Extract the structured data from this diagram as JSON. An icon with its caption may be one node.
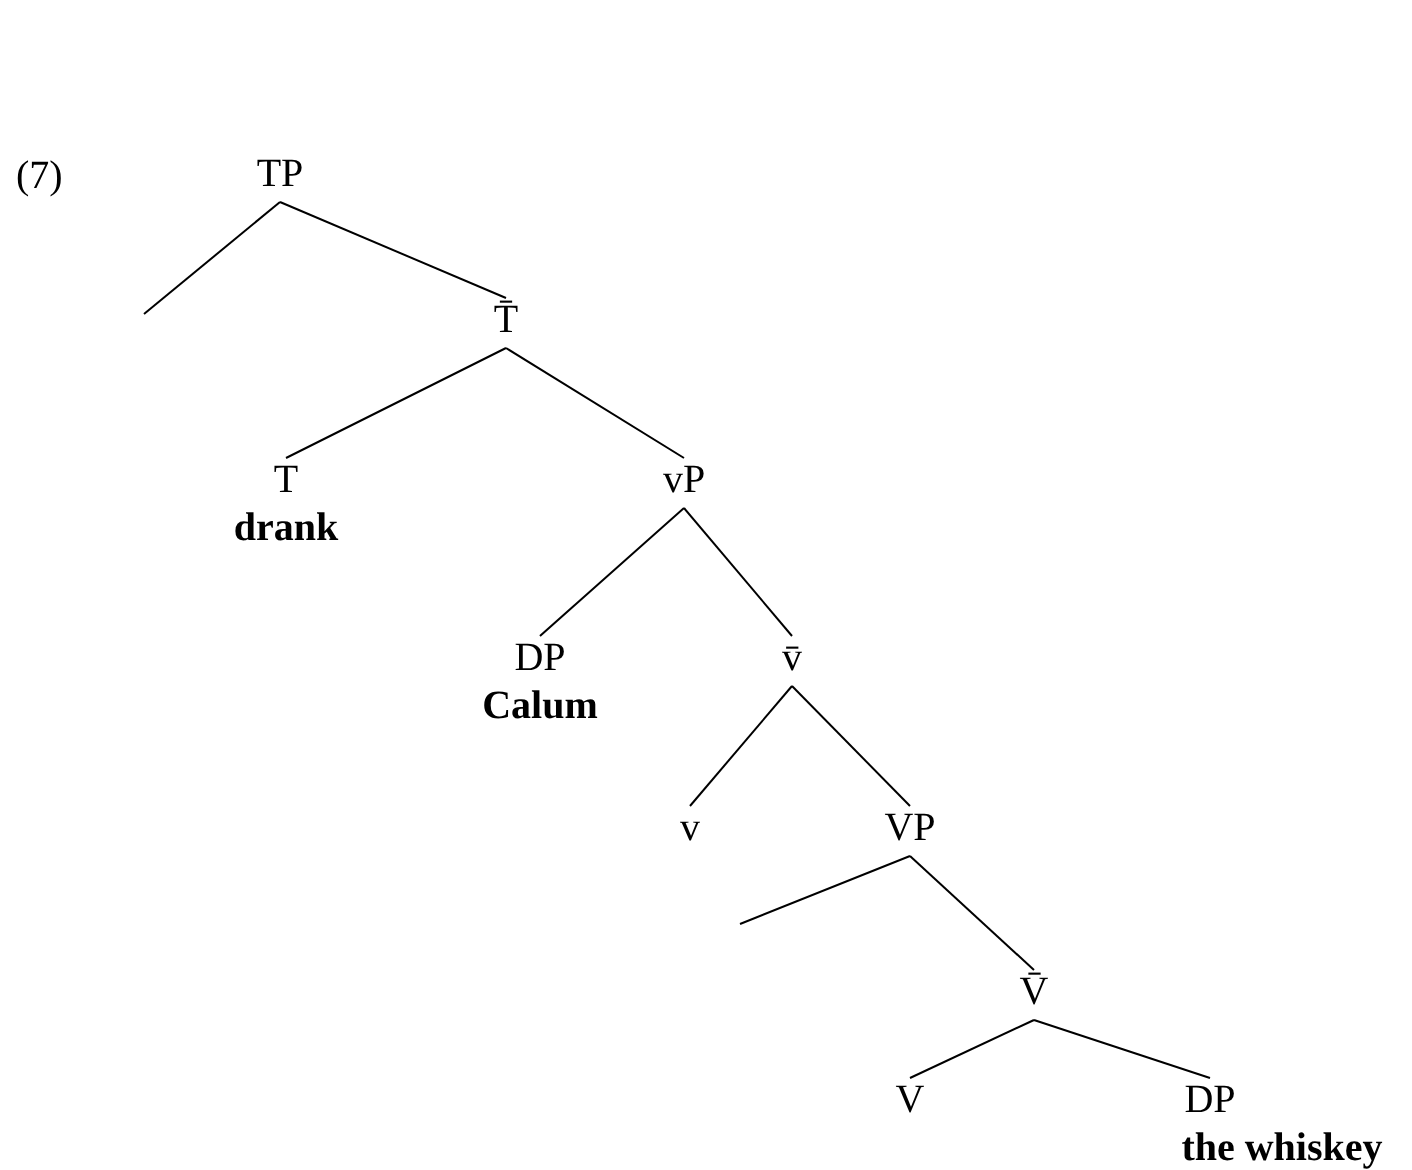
{
  "diagram": {
    "nodes": [
      {
        "text": [
          "TP"
        ]
      },
      {
        "text": [
          "T̄"
        ]
      },
      {
        "text": [
          "T",
          "drank"
        ]
      },
      {
        "text": [
          "vP"
        ]
      },
      {
        "text": [
          "DP",
          "Calum"
        ]
      },
      {
        "text": [
          "v̄"
        ]
      },
      {
        "text": [
          "v"
        ]
      },
      {
        "text": [
          "VP"
        ]
      },
      {
        "text": [
          "V̄"
        ]
      },
      {
        "text": [
          "V"
        ]
      },
      {
        "text": [
          "DP",
          "the whiskey"
        ]
      }
    ],
    "edges": [
      {
        "from": 0,
        "to": null,
        "arrow": "none"
      },
      {
        "from": 0,
        "to": 1,
        "arrow": "none"
      },
      {
        "from": 1,
        "to": 2,
        "arrow": "none"
      },
      {
        "from": 1,
        "to": 3,
        "arrow": "none"
      },
      {
        "from": 3,
        "to": 4,
        "arrow": "none"
      },
      {
        "from": 3,
        "to": 5,
        "arrow": "none"
      },
      {
        "from": 5,
        "to": 6,
        "arrow": "none"
      },
      {
        "from": 5,
        "to": 7,
        "arrow": "none"
      },
      {
        "from": 7,
        "to": null,
        "arrow": "none"
      },
      {
        "from": 7,
        "to": 8,
        "arrow": "none"
      },
      {
        "from": 8,
        "to": 9,
        "arrow": "none"
      },
      {
        "from": 8,
        "to": 10,
        "arrow": "none"
      }
    ],
    "labels": [
      "(7)"
    ]
  }
}
